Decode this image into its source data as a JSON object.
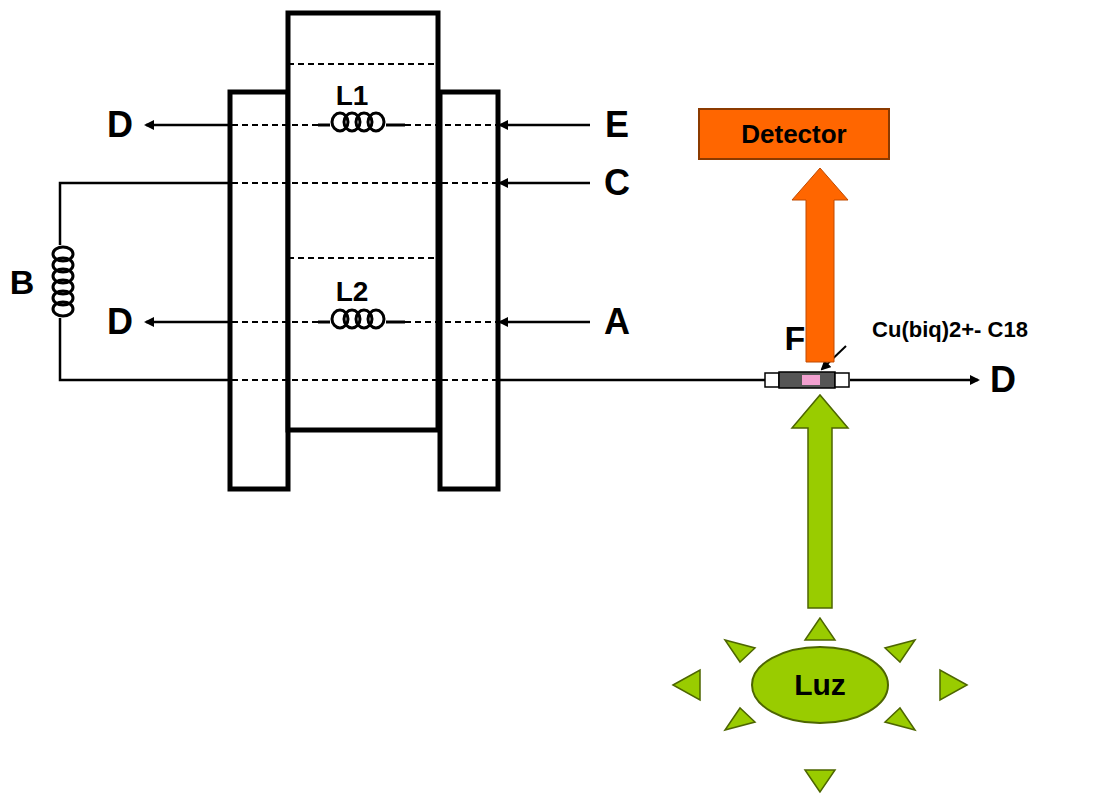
{
  "diagram": {
    "nodes": [
      {
        "text": [
          "Detector"
        ]
      },
      {
        "text": [
          "Luz"
        ]
      }
    ],
    "labels": [
      "D",
      "E",
      "L1",
      "C",
      "B",
      "D",
      "L2",
      "A",
      "F",
      "Cu(biq)2+- C18",
      "D"
    ]
  }
}
